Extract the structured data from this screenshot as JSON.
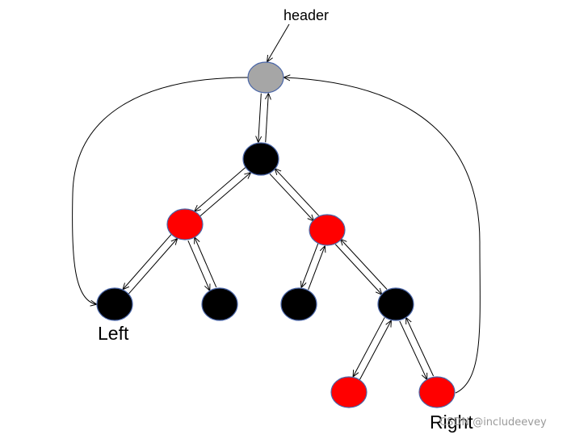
{
  "labels": {
    "header": "header",
    "left": "Left",
    "right": "Right",
    "watermark": "CSDN @includeevey"
  },
  "colors": {
    "header_node": "#a6a6a6",
    "black_node": "#000000",
    "red_node": "#ff0000",
    "edge": "#000000"
  },
  "nodes": [
    {
      "id": "header",
      "color": "gray"
    },
    {
      "id": "root",
      "color": "black"
    },
    {
      "id": "l1",
      "color": "red"
    },
    {
      "id": "r1",
      "color": "red"
    },
    {
      "id": "ll",
      "color": "black"
    },
    {
      "id": "lr",
      "color": "black"
    },
    {
      "id": "rl",
      "color": "black"
    },
    {
      "id": "rr",
      "color": "black"
    },
    {
      "id": "rrl",
      "color": "red"
    },
    {
      "id": "rrr",
      "color": "red"
    }
  ],
  "edges": [
    {
      "from": "header",
      "to": "root",
      "bidirectional": true
    },
    {
      "from": "root",
      "to": "l1",
      "bidirectional": true
    },
    {
      "from": "root",
      "to": "r1",
      "bidirectional": true
    },
    {
      "from": "l1",
      "to": "ll",
      "bidirectional": true
    },
    {
      "from": "l1",
      "to": "lr",
      "bidirectional": true
    },
    {
      "from": "r1",
      "to": "rl",
      "bidirectional": true
    },
    {
      "from": "r1",
      "to": "rr",
      "bidirectional": true
    },
    {
      "from": "rr",
      "to": "rrl",
      "bidirectional": true
    },
    {
      "from": "rr",
      "to": "rrr",
      "bidirectional": true
    },
    {
      "from": "header",
      "to": "ll",
      "kind": "leftmost-pointer"
    },
    {
      "from": "rrr",
      "to": "header",
      "kind": "rightmost-pointer"
    }
  ]
}
